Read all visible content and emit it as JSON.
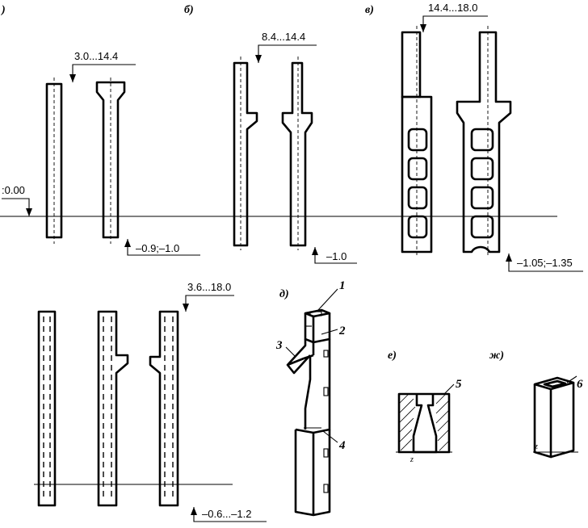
{
  "labels": {
    "a": ")",
    "b": "б)",
    "v": "в)",
    "d": "д)",
    "e": "е)",
    "zh": "ж)"
  },
  "dimensions": {
    "a_height": "3.0...14.4",
    "a_depth": "–0.9;–1.0",
    "ground": ":0.00",
    "b_height": "8.4...14.4",
    "b_depth": "–1.0",
    "v_height": "14.4...18.0",
    "v_depth": "–1.05;–1.35",
    "g_height": "3.6...18.0",
    "g_depth": "–0.6...–1.2"
  },
  "callouts": [
    "1",
    "2",
    "3",
    "4",
    "5",
    "6"
  ],
  "marks": {
    "e_joint": "z",
    "zh_joint": "z"
  }
}
